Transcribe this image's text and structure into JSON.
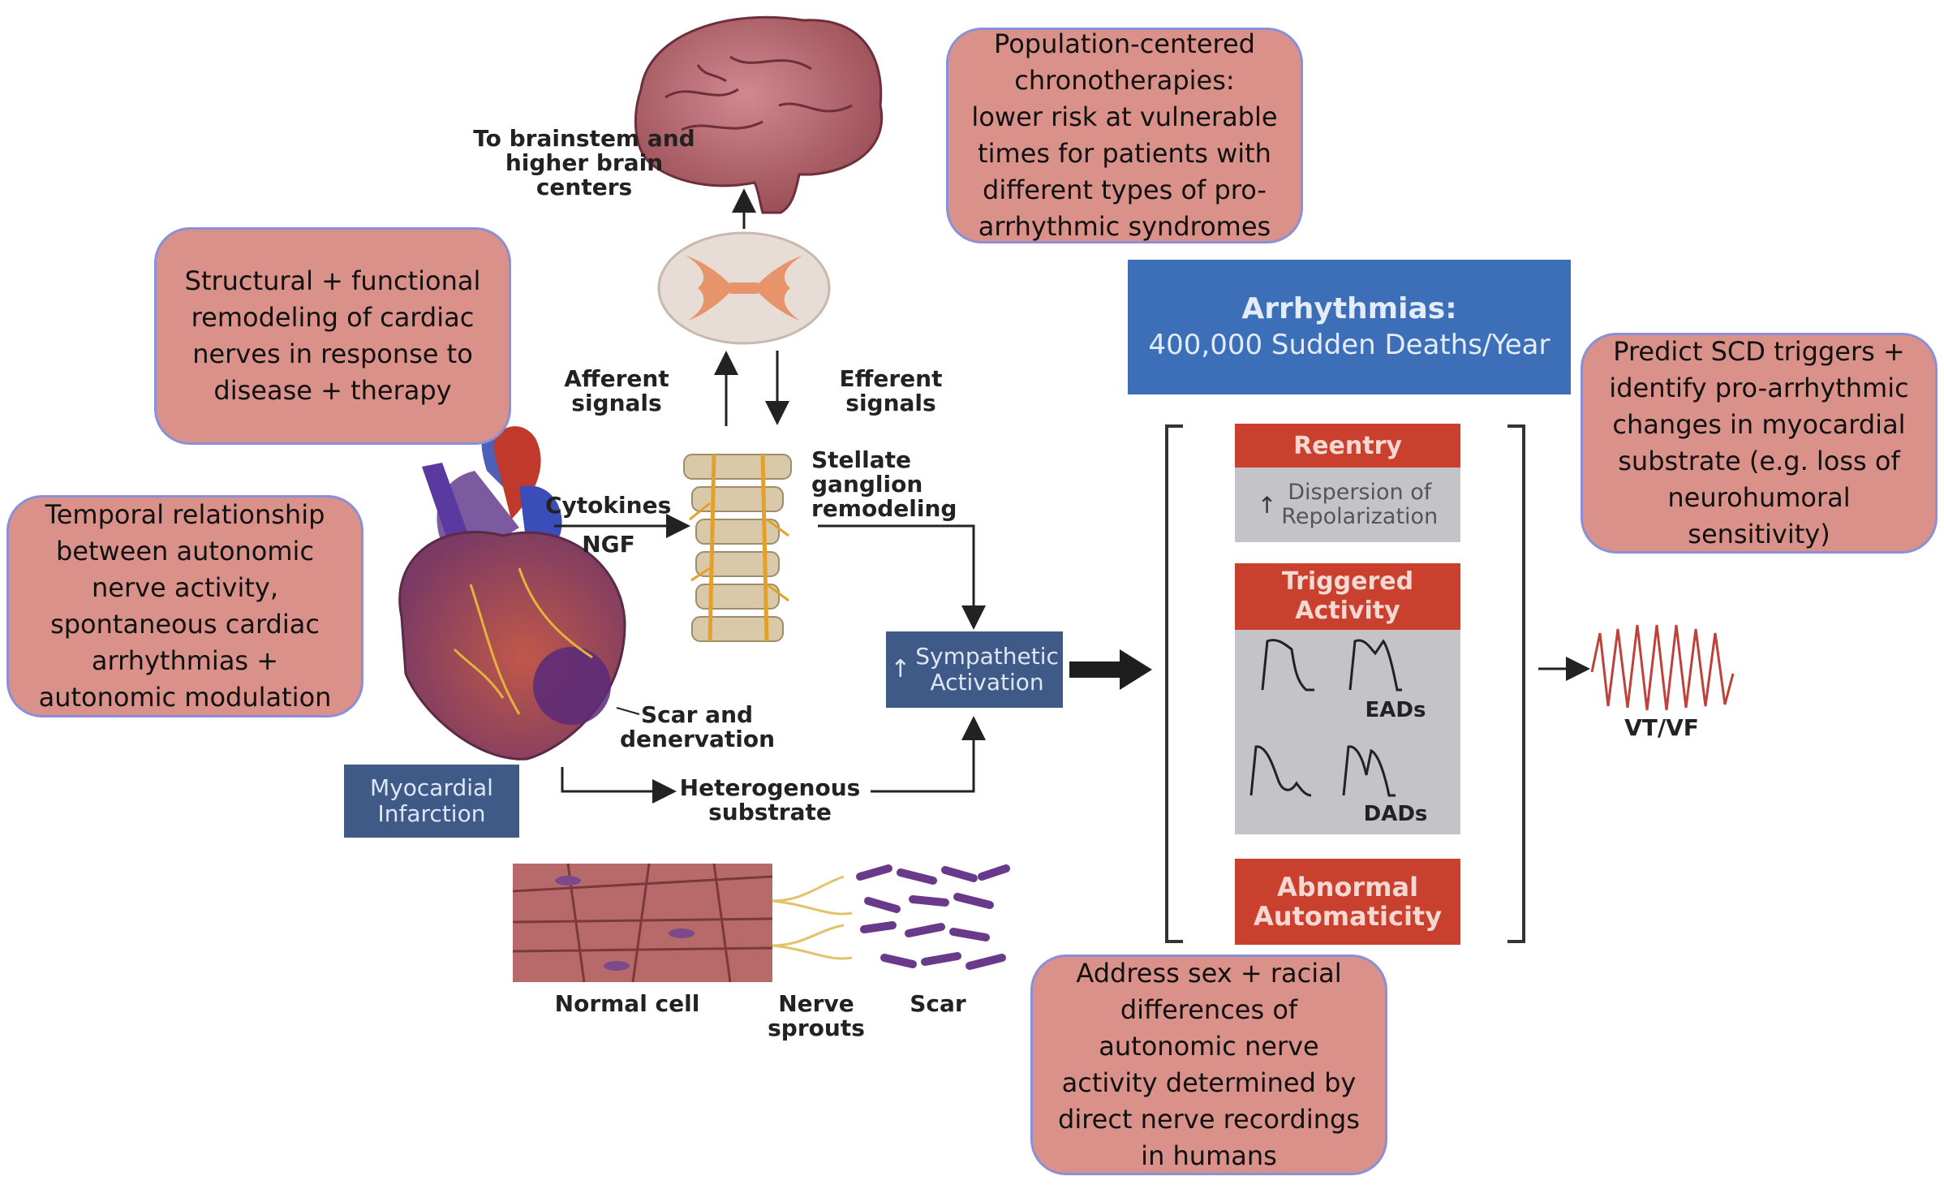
{
  "callouts": {
    "chronotherapy": "Population-centered\nchronotherapies:\nlower risk at vulnerable\ntimes for patients with\ndifferent types of pro-\narrhythmic syndromes",
    "remodeling": "Structural + functional\nremodeling of cardiac\nnerves in response to\ndisease + therapy",
    "temporal": "Temporal relationship\nbetween autonomic\nnerve activity,\nspontaneous cardiac\narrhythmias +\nautonomic modulation",
    "predict": "Predict SCD triggers +\nidentify pro-arrhythmic\nchanges in myocardial\nsubstrate (e.g. loss of\nneurohumoral\nsensitivity)",
    "sex_racial": "Address sex + racial\ndifferences of\nautonomic nerve\nactivity determined by\ndirect nerve recordings\nin humans"
  },
  "labels": {
    "brainstem": "To brainstem and\nhigher brain centers",
    "afferent": "Afferent signals",
    "efferent": "Efferent signals",
    "cytokines": "Cytokines",
    "ngf": "NGF",
    "stellate": "Stellate\nganglion\nremodeling",
    "scar_denervation": "Scar and\ndenervation",
    "heterogenous": "Heterogenous\nsubstrate",
    "normal_cell": "Normal cell",
    "nerve_sprouts": "Nerve\nsprouts",
    "scar": "Scar",
    "vtvf": "VT/VF"
  },
  "boxes": {
    "myocardial_infarction": "Myocardial\nInfarction",
    "sympathetic": "Sympathetic\nActivation",
    "arrhythmias_title": "Arrhythmias:",
    "arrhythmias_sub": "400,000 Sudden Deaths/Year",
    "reentry": "Reentry",
    "dispersion": "Dispersion of\nRepolarization",
    "triggered": "Triggered\nActivity",
    "eads": "EADs",
    "dads": "DADs",
    "abnormal": "Abnormal\nAutomaticity"
  },
  "colors": {
    "callout_fill": "#d9918a",
    "callout_border": "#8a8fd8",
    "navy": "#3f5a86",
    "arrhythmia_blue": "#3d6fb8",
    "mechanism_red": "#c9412e",
    "mechanism_grey": "#c4c4c8"
  },
  "icons": [
    "brain-illustration",
    "spinal-cord-cross-section",
    "stellate-ganglion-spine",
    "heart-illustration",
    "cardiac-tissue-illustration",
    "vt-vf-waveform"
  ]
}
